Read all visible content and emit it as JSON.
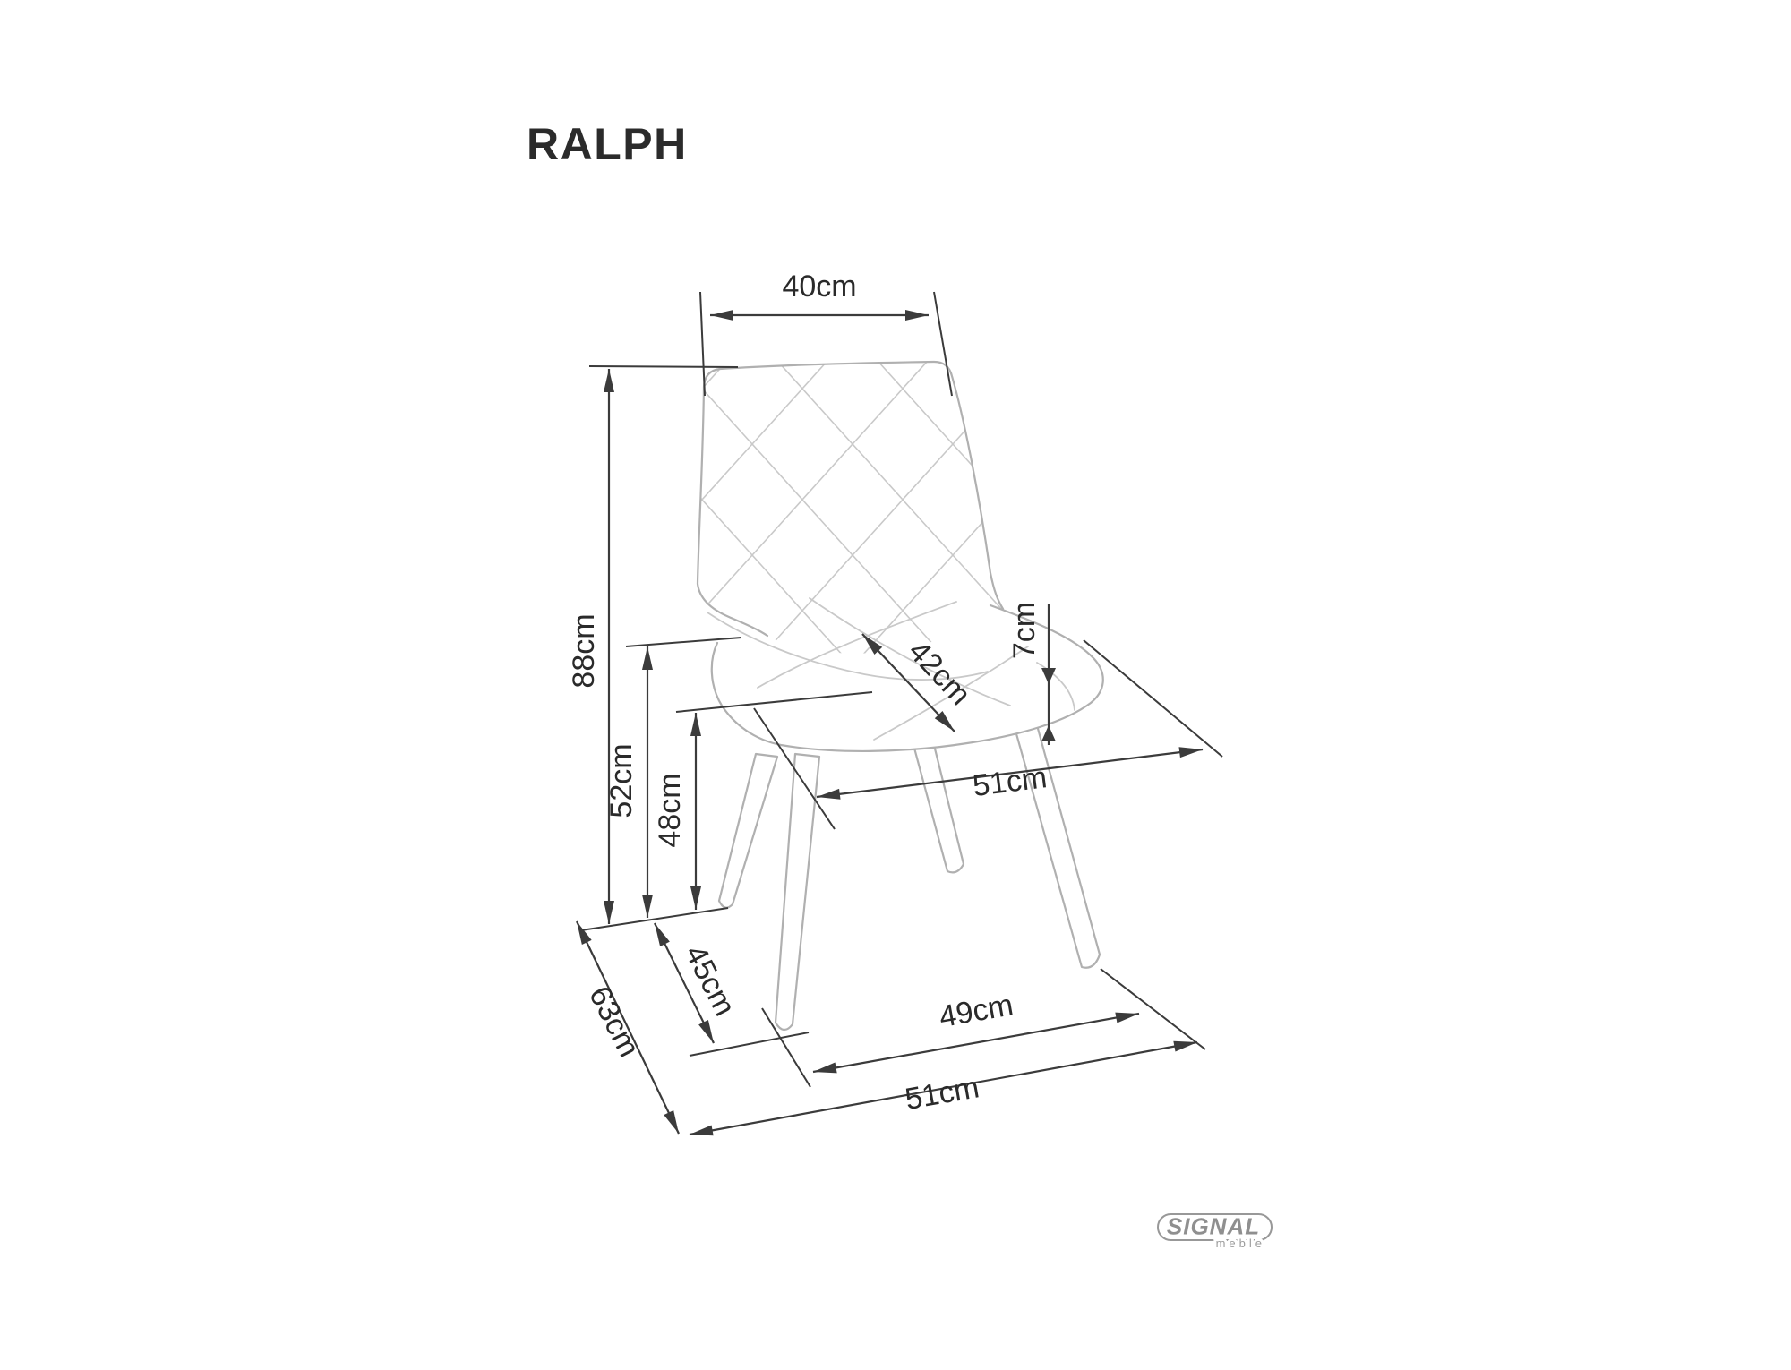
{
  "title": "RALPH",
  "brand": {
    "name": "SIGNAL",
    "sub": "meble"
  },
  "labels": {
    "back_width": "40cm",
    "total_height": "88cm",
    "backrest_top_height": "52cm",
    "seat_height": "48cm",
    "seat_width_diagonal": "42cm",
    "cushion_thickness": "7cm",
    "seat_depth": "51cm",
    "front_leg_span": "45cm",
    "base_depth": "63cm",
    "base_front_width": "49cm",
    "base_total_width": "51cm"
  },
  "colors": {
    "dimension_line": "#3b3b3b",
    "label_text": "#2a2a2a",
    "chair_outline": "#b0b0b0",
    "quilt_line": "#c9c9c9",
    "logo_gray": "#8f8f8f",
    "background": "#ffffff"
  }
}
